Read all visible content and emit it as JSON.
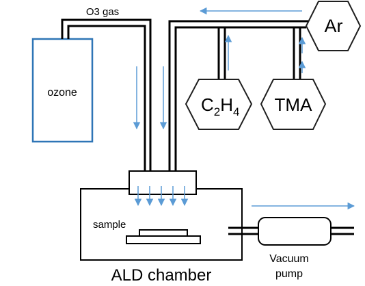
{
  "labels": {
    "o3_gas": "O3 gas",
    "ozone": "ozone",
    "ar": "Ar",
    "c2h4_base_c": "C",
    "c2h4_sub_2": "2",
    "c2h4_base_h": "H",
    "c2h4_sub_4": "4",
    "tma": "TMA",
    "sample": "sample",
    "chamber": "ALD chamber",
    "vacuum_line1": "Vacuum",
    "vacuum_line2": "pump"
  },
  "colors": {
    "line": "#000000",
    "arrow": "#5b9bd5",
    "ozone_box": "#2e75b6",
    "shape_stroke": "#1f1f1f"
  }
}
